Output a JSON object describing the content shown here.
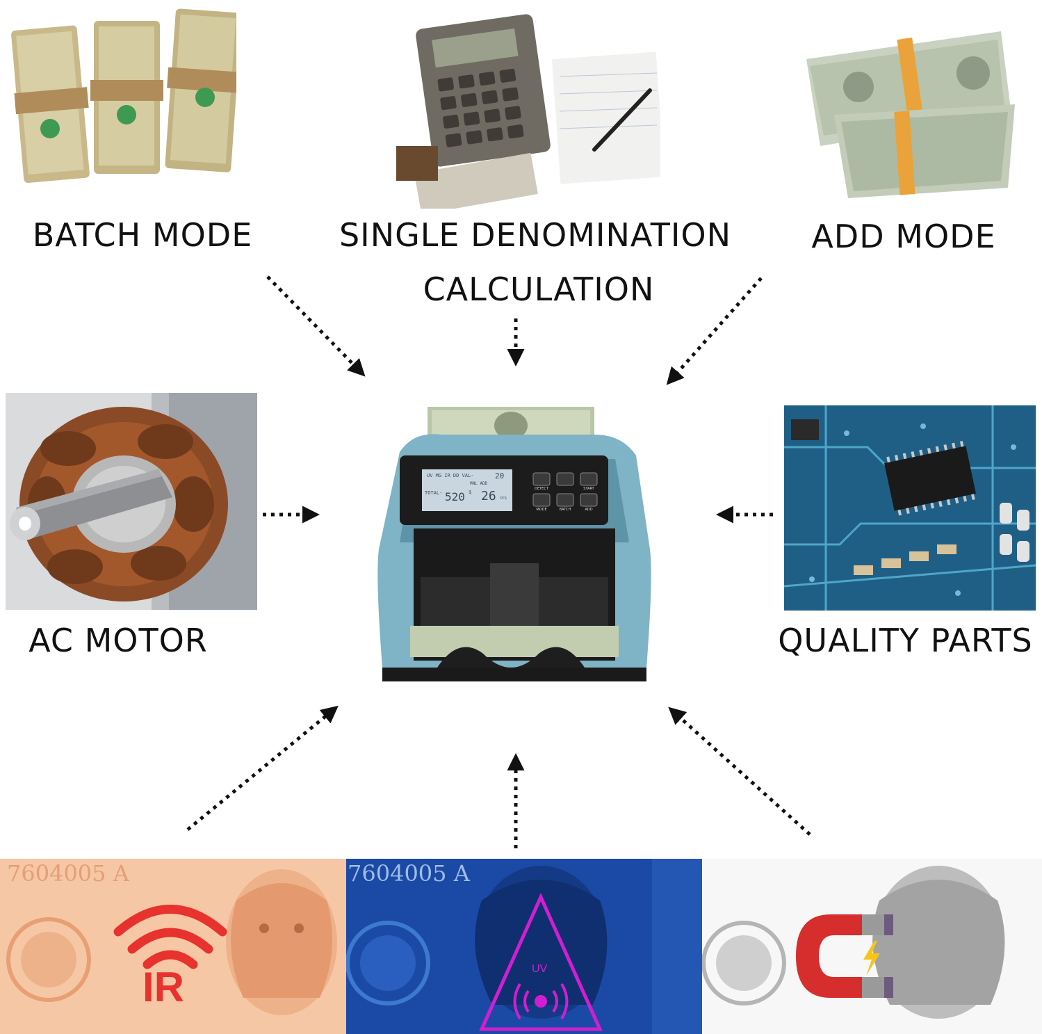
{
  "labels": {
    "batch_mode": "BATCH MODE",
    "single_denomination_line1": "SINGLE DENOMINATION",
    "single_denomination_line2": "CALCULATION",
    "add_mode": "ADD MODE",
    "ac_motor": "AC MOTOR",
    "quality_parts": "QUALITY PARTS"
  },
  "machine": {
    "lcd_indicators": "UV MG IR DD VAL-",
    "lcd_value_small": "20",
    "lcd_modes": "MNL ADD",
    "lcd_total_label": "TOTAL-",
    "lcd_total_value": "520",
    "lcd_currency": "$",
    "lcd_count": "26",
    "lcd_count_unit": "PCS",
    "buttons": [
      "DETECT",
      "",
      "START",
      "MODE",
      "BATCH",
      "ADD"
    ]
  },
  "banner": {
    "ir_text": "IR",
    "uv_text": "UV",
    "serial_left": "7604005 A",
    "serial_mid": "7604005 A"
  },
  "colors": {
    "ir_red": "#e8322e",
    "uv_magenta": "#d21ed2",
    "machine_teal": "#7fb3c6",
    "magnet_red": "#d62d2d"
  }
}
